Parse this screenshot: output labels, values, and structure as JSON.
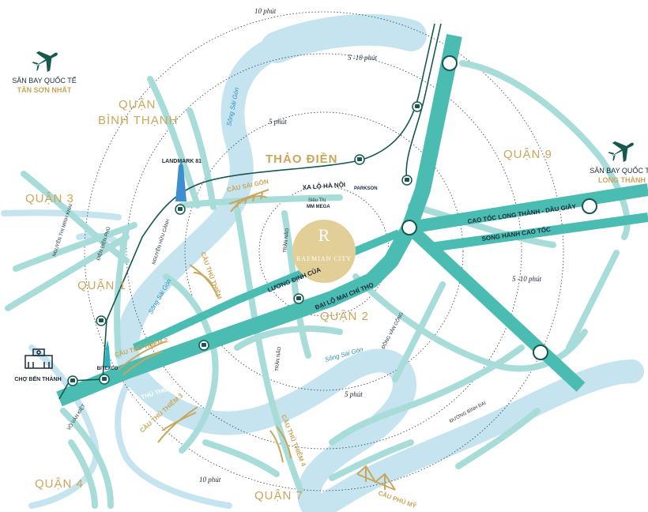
{
  "circles": {
    "outer_label": "10 phút",
    "mid_label": "5 -10 phút",
    "inner_label": "5 phút",
    "east_label": "5 -10 phút",
    "south_label": "5 phút",
    "bottom_label": "10 phút"
  },
  "districts": {
    "binh_thanh_1": "QUẬN",
    "binh_thanh_2": "BÌNH THẠNH",
    "thao_dien": "THẢO ĐIỀN",
    "q3": "QUẬN 3",
    "q1": "QUẬN 1",
    "q2": "QUẬN 2",
    "q9": "QUẬN 9",
    "q4": "QUẬN 4",
    "q7": "QUẬN 7"
  },
  "airports": {
    "tsn_line1": "SÂN BAY QUỐC TẾ",
    "tsn_line2": "TÂN SƠN NHẤT",
    "lt_line1": "SÂN BAY QUỐC TẾ",
    "lt_line2": "LONG THÀNH"
  },
  "project": {
    "logo_letter": "R",
    "name": "RAEMIAN CITY"
  },
  "roads": {
    "xa_lo": "XA LỘ HÀ NỘI",
    "cao_toc": "CAO TỐC LONG THÀNH - DẦU GIÂY",
    "song_hanh": "SONG HÀNH CAO TỐC",
    "luong_dinh_cua": "LƯƠNG ĐỊNH CỦA",
    "dai_lo": "ĐẠI LỘ MAI CHÍ THỌ",
    "ham": "HẦM THỦ THIÊM",
    "tran_nao": "TRẦN NÃO",
    "tran_nao2": "TRẦN NÃO",
    "dong_van_cong": "ĐỒNG VĂN CỐNG",
    "duong_binh_dai": "ĐƯỜNG BÌNH ĐẠI",
    "nguyen_thi_minh_khai": "NGUYỄN THỊ MINH KHAI",
    "dien_bien_phu": "ĐIỆN BIÊN PHỦ",
    "nguyen_huu_canh": "NGUYỄN HỮU CẢNH",
    "vo_van_kiet": "VÕ VĂN KIỆT"
  },
  "bridges": {
    "cau_sai_gon": "CẦU SÀI GÒN",
    "cau_thu_thiem": "CẦU THỦ THIÊM",
    "cau_thu_thiem_2": "CẦU THỦ THIÊM 2",
    "cau_thu_thiem_3": "CẦU THỦ THIÊM 3",
    "cau_thu_thiem_4": "CẦU THỦ THIÊM 4",
    "cau_phu_my": "CẦU PHÚ MỸ"
  },
  "rivers": {
    "north": "Sông Sài Gòn",
    "west": "Sông Sài Gòn",
    "south": "Sông Sài Gòn"
  },
  "places": {
    "landmark": "LANDMARK 81",
    "bitexco": "BITEXCO",
    "cho_ben_thanh": "CHỢ BẾN THÀNH",
    "parkson": "PARKSON",
    "mega_1": "Siêu Thị",
    "mega_2": "MM MEGA"
  },
  "colors": {
    "river": "#c5e4f0",
    "road_light": "#a8dcd8",
    "road_main": "#4bbcb2",
    "metro": "#16584e",
    "gold": "#c9a65a",
    "project_circle": "#e2cf98"
  }
}
